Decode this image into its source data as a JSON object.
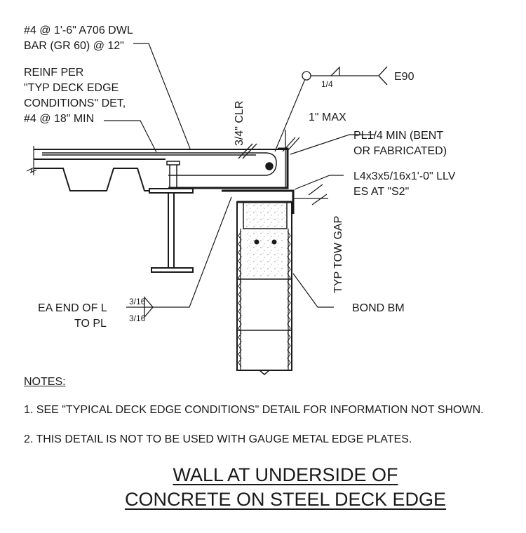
{
  "callouts": {
    "dowel": [
      "#4 @ 1'-6\" A706 DWL",
      "BAR (GR 60) @ 12\""
    ],
    "reinf": [
      "REINF PER",
      "\"TYP DECK EDGE",
      "CONDITIONS\" DET,",
      "#4 @ 18\" MIN"
    ],
    "clear": "3/4\" CLR",
    "field_weld": {
      "size": "1/4",
      "spec": "E90"
    },
    "max_gap": "1\" MAX",
    "plate": [
      "PL1/4 MIN (BENT",
      "OR FABRICATED)"
    ],
    "angle": [
      "L4x3x5/16x1'-0\" LLV",
      "ES AT \"S2\""
    ],
    "tow_gap": "TYP TOW GAP",
    "ea_end": [
      "EA END OF L",
      "TO PL"
    ],
    "ea_end_weld": [
      "3/16",
      "3/16"
    ],
    "bond_beam": "BOND BM"
  },
  "notes": {
    "heading": "NOTES:",
    "items": [
      "1.   SEE \"TYPICAL DECK EDGE CONDITIONS\" DETAIL FOR INFORMATION NOT SHOWN.",
      "2.   THIS DETAIL IS NOT TO BE USED WITH GAUGE METAL EDGE PLATES."
    ]
  },
  "title": [
    "WALL AT UNDERSIDE OF",
    "CONCRETE ON STEEL DECK EDGE"
  ]
}
